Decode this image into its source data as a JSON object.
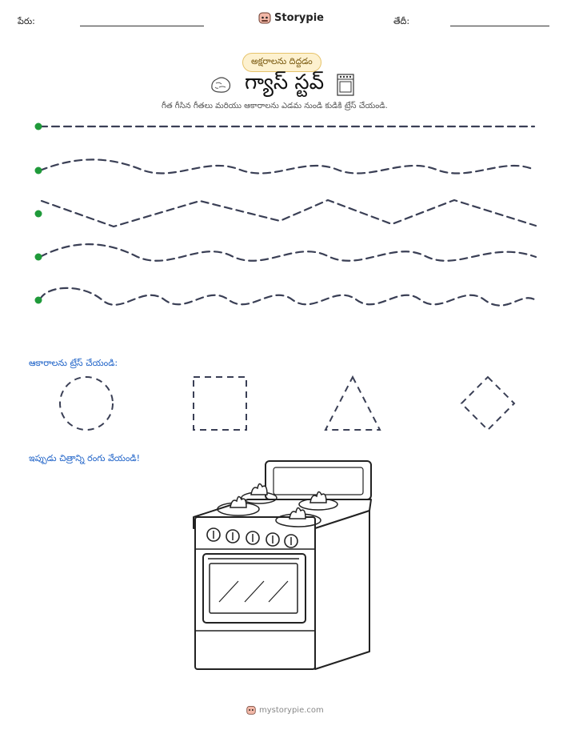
{
  "header": {
    "name_label": "పేరు:",
    "brand": "Storypie",
    "date_label": "తేదీ:"
  },
  "worksheet": {
    "category_badge": "అక్షరాలను దిద్దడం",
    "title": "గ్యాస్ స్టవ్",
    "instruction": "గీత గీసిన గీతలు మరియు ఆకారాలను ఎడమ నుండి కుడికి ట్రేస్ చేయండి.",
    "trace_lines": [
      "straight",
      "wave",
      "zigzag",
      "wave",
      "wave"
    ]
  },
  "shapes_section": {
    "label": "ఆకారాలను ట్రేస్ చేయండి:",
    "shapes": [
      "circle",
      "square",
      "triangle",
      "diamond"
    ]
  },
  "coloring_section": {
    "label": "ఇప్పుడు చిత్రాన్ని రంగు వేయండి!",
    "picture": "gas-stove-illustration"
  },
  "footer": {
    "site": "mystorypie.com"
  },
  "colors": {
    "start_dot": "#1f9a3a",
    "dash_stroke": "#3a3f55",
    "section_label": "#1f63c8",
    "badge_bg": "#fdf1cf"
  }
}
